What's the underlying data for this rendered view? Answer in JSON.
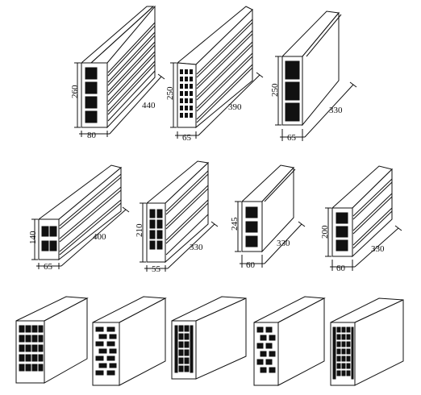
{
  "blocks": [
    {
      "id": "block-1",
      "height_label": "260",
      "length_label": "440",
      "width_label": "80"
    },
    {
      "id": "block-2",
      "height_label": "250",
      "length_label": "390",
      "width_label": "65"
    },
    {
      "id": "block-3",
      "height_label": "250",
      "length_label": "330",
      "width_label": "65"
    },
    {
      "id": "block-4",
      "height_label": "140",
      "length_label": "400",
      "width_label": "65"
    },
    {
      "id": "block-5",
      "height_label": "210",
      "length_label": "330",
      "width_label": "55"
    },
    {
      "id": "block-6",
      "height_label": "245",
      "length_label": "330",
      "width_label": "60"
    },
    {
      "id": "block-7",
      "height_label": "200",
      "length_label": "330",
      "width_label": "60"
    }
  ],
  "colors": {
    "line": "#111111",
    "fill": "#ffffff",
    "hole": "#111111"
  }
}
